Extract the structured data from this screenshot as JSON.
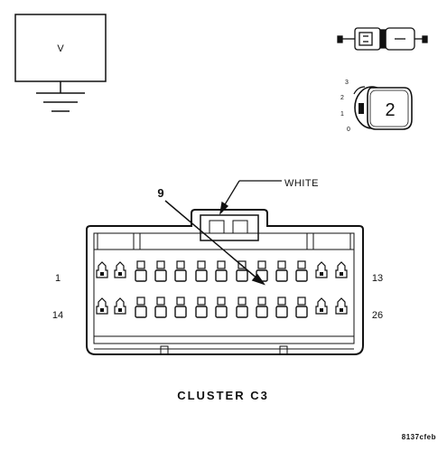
{
  "meter": {
    "symbol": "V"
  },
  "ignition": {
    "positions": [
      "3",
      "2",
      "1",
      "0"
    ],
    "key_label": "2"
  },
  "callout": {
    "pin_number": "9",
    "wire_color": "WHITE"
  },
  "connector": {
    "title": "CLUSTER C3",
    "pin_labels": {
      "top_left": "1",
      "top_right": "13",
      "bottom_left": "14",
      "bottom_right": "26"
    }
  },
  "figure_code": "8137cfeb"
}
